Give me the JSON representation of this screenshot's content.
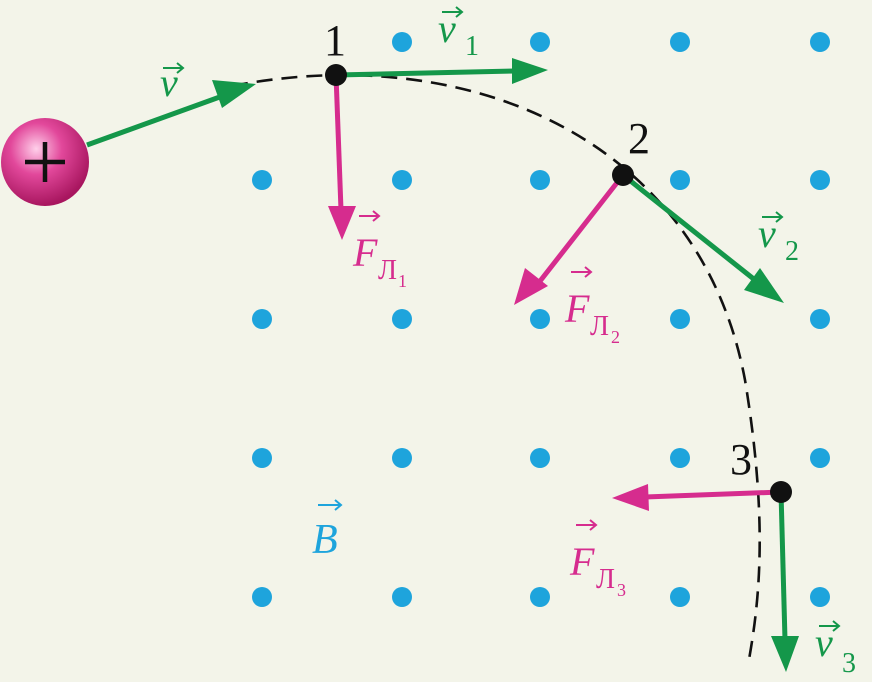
{
  "colors": {
    "background": "#f3f4e9",
    "field_dots": "#1ea4dc",
    "velocity": "#14974a",
    "force": "#d62c8e",
    "trajectory": "#111111",
    "charge": "#d6287f"
  },
  "charge": {
    "sign": "+"
  },
  "field": {
    "label": "B"
  },
  "velocity": {
    "label": "v"
  },
  "points": [
    {
      "number": "1",
      "velocity_label": "v",
      "velocity_sub": "1",
      "force_label": "F",
      "force_sub": "Л",
      "force_sub_index": "1"
    },
    {
      "number": "2",
      "velocity_label": "v",
      "velocity_sub": "2",
      "force_label": "F",
      "force_sub": "Л",
      "force_sub_index": "2"
    },
    {
      "number": "3",
      "velocity_label": "v",
      "velocity_sub": "3",
      "force_label": "F",
      "force_sub": "Л",
      "force_sub_index": "3"
    }
  ]
}
